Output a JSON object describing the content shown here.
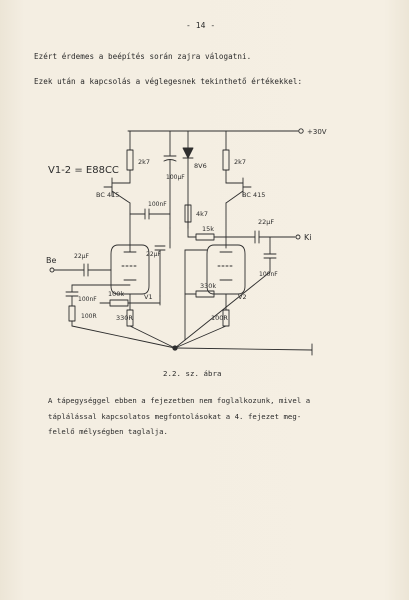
{
  "page": {
    "page_number": "- 14 -",
    "line1": "Ezért érdemes a beépítés során zajra válogatni.",
    "line2": "Ezek után a kapcsolás a véglegesnek tekinthető értékekkel:",
    "caption": "2.2. sz. ábra",
    "paragraph": [
      "A tápegységgel ebben a fejezetben nem foglalkozunk, mivel a",
      "táplálással kapcsolatos megfontolásokat a 4. fejezet meg-",
      "felelő mélységben taglalja."
    ]
  },
  "schematic": {
    "supply_label": "+30V",
    "tube_label": "V1-2 = E88CC",
    "resistor_2k7_left": "2k7",
    "capacitor_100uF": "100µF",
    "zener_label": "8V6",
    "resistor_2k7_right": "2k7",
    "transistor_left": "BC 415",
    "transistor_right": "BC 415",
    "capacitor_100nF_mid": "100nF",
    "resistor_4k7": "4k7",
    "capacitor_22uF_mid": "22µF",
    "resistor_15k": "15k",
    "capacitor_22uF_out": "22µF",
    "output_label": "Ki",
    "capacitor_100nF_out": "100nF",
    "input_label": "Be",
    "capacitor_22uF_in": "22µF",
    "capacitor_100nF_in": "100nF",
    "resistor_100k": "100k",
    "resistor_100R_left": "100R",
    "resistor_330R": "330R",
    "tube1_label": "V1",
    "resistor_330k": "330k",
    "tube2_label": "V2",
    "resistor_100R_right": "100R"
  }
}
